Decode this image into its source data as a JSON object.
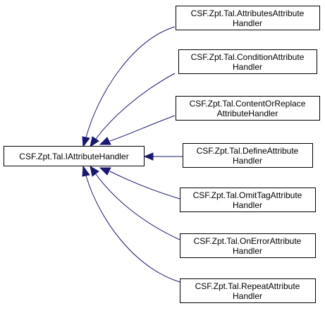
{
  "diagram": {
    "base": {
      "label_lines": [
        "CSF.Zpt.Tal.IAttributeHandler"
      ]
    },
    "derived": [
      {
        "label_lines": [
          "CSF.Zpt.Tal.AttributesAttribute",
          "Handler"
        ]
      },
      {
        "label_lines": [
          "CSF.Zpt.Tal.ConditionAttribute",
          "Handler"
        ]
      },
      {
        "label_lines": [
          "CSF.Zpt.Tal.ContentOrReplace",
          "AttributeHandler"
        ]
      },
      {
        "label_lines": [
          "CSF.Zpt.Tal.DefineAttribute",
          "Handler"
        ]
      },
      {
        "label_lines": [
          "CSF.Zpt.Tal.OmitTagAttribute",
          "Handler"
        ]
      },
      {
        "label_lines": [
          "CSF.Zpt.Tal.OnErrorAttribute",
          "Handler"
        ]
      },
      {
        "label_lines": [
          "CSF.Zpt.Tal.RepeatAttribute",
          "Handler"
        ]
      }
    ],
    "colors": {
      "edge": "#191970",
      "node_border": "#000000",
      "node_fill": "#ffffff",
      "text": "#000000"
    }
  }
}
